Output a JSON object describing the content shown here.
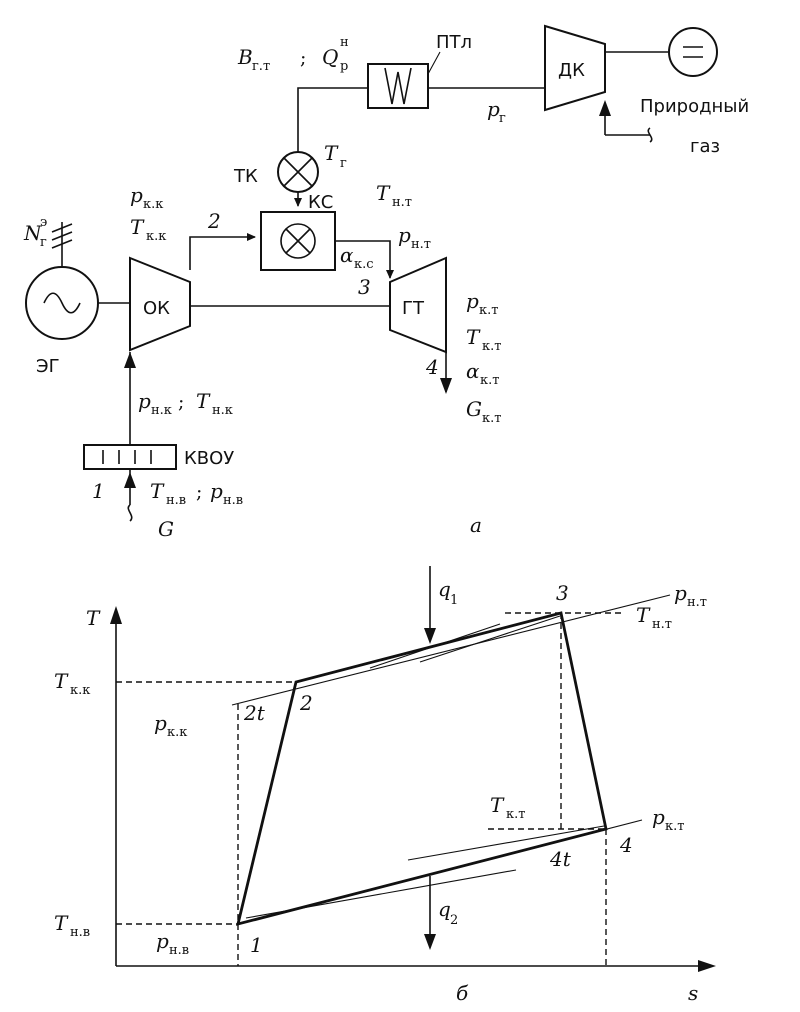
{
  "scheme": {
    "panel_label": "а",
    "components": {
      "ptl": "ПТл",
      "dk": "ДК",
      "tk": "ТК",
      "ks": "КС",
      "ok": "ОК",
      "gt": "ГТ",
      "eg": "ЭГ",
      "kvou": "КВОУ",
      "natural_gas_line1": "Природный",
      "natural_gas_line2": "газ"
    },
    "params": {
      "b_gt": "B",
      "b_gt_sub": "г.т",
      "semicolon1": ";",
      "q_p": "Q",
      "q_p_sub": "р",
      "q_p_sup": "н",
      "p_g": "p",
      "p_g_sub": "г",
      "t_g": "T",
      "t_g_sub": "г",
      "p_kk": "p",
      "p_kk_sub": "к.к",
      "t_kk": "T",
      "t_kk_sub": "к.к",
      "t_nt": "T",
      "t_nt_sub": "н.т",
      "alpha_ks": "α",
      "alpha_ks_sub": "к.с",
      "p_nt": "p",
      "p_nt_sub": "н.т",
      "n_g": "N",
      "n_g_sub": "г",
      "n_g_sup": "э",
      "p_nk": "p",
      "p_nk_sub": "н.к",
      "semicolon2": ";",
      "t_nk": "T",
      "t_nk_sub": "н.к",
      "p_kt": "p",
      "p_kt_sub": "к.т",
      "t_kt": "T",
      "t_kt_sub": "к.т",
      "alpha_kt": "α",
      "alpha_kt_sub": "к.т",
      "g_kt": "G",
      "g_kt_sub": "к.т",
      "t_nv": "T",
      "t_nv_sub": "н.в",
      "semicolon3": ";",
      "p_nv": "p",
      "p_nv_sub": "н.в",
      "g": "G"
    },
    "points": {
      "p1": "1",
      "p2": "2",
      "p3": "3",
      "p4": "4"
    }
  },
  "ts_diagram": {
    "panel_label": "б",
    "axis_t": "T",
    "axis_s": "s",
    "q1": "q",
    "q1_sub": "1",
    "q2": "q",
    "q2_sub": "2",
    "isobars": {
      "p_nt": "p",
      "p_nt_sub": "н.т",
      "p_kk": "p",
      "p_kk_sub": "к.к",
      "p_kt": "p",
      "p_kt_sub": "к.т",
      "p_nv": "p",
      "p_nv_sub": "н.в"
    },
    "temps": {
      "t_kk": "T",
      "t_kk_sub": "к.к",
      "t_nt": "T",
      "t_nt_sub": "н.т",
      "t_kt": "T",
      "t_kt_sub": "к.т",
      "t_nv": "T",
      "t_nv_sub": "н.в"
    },
    "points": {
      "p1": "1",
      "p2": "2",
      "p2t": "2t",
      "p3": "3",
      "p4": "4",
      "p4t": "4t"
    }
  }
}
